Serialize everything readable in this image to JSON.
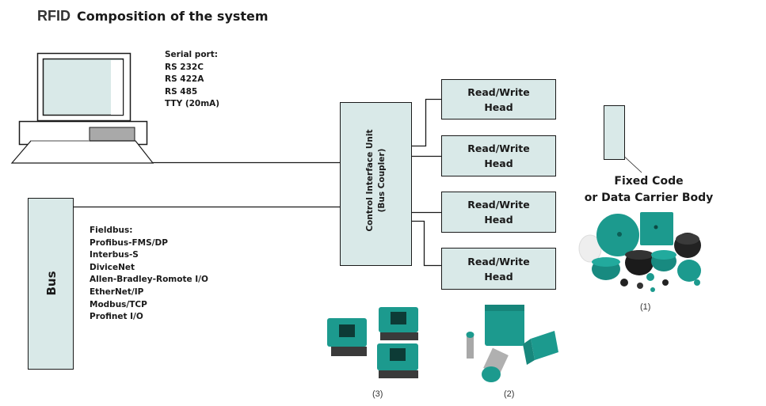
{
  "header": {
    "tag": "RFID",
    "title": "Composition of the system"
  },
  "computer": {
    "icon": "computer-icon",
    "serial_port": {
      "heading": "Serial port:",
      "items": [
        "RS 232C",
        "RS 422A",
        "RS 485",
        "TTY (20mA)"
      ]
    }
  },
  "bus": {
    "label": "Bus",
    "fieldbus": {
      "heading": "Fieldbus:",
      "items": [
        "Profibus-FMS/DP",
        "Interbus-S",
        "DiviceNet",
        "Allen-Bradley-Romote I/O",
        "EtherNet/IP",
        "Modbus/TCP",
        "Profinet I/O"
      ]
    }
  },
  "control_unit": {
    "line1": "Control Interface Unit",
    "line2": "(Bus Coupler)"
  },
  "heads": [
    {
      "line1": "Read/Write",
      "line2": "Head"
    },
    {
      "line1": "Read/Write",
      "line2": "Head"
    },
    {
      "line1": "Read/Write",
      "line2": "Head"
    },
    {
      "line1": "Read/Write",
      "line2": "Head"
    }
  ],
  "carrier": {
    "line1": "Fixed Code",
    "line2": "or Data Carrier Body"
  },
  "products": [
    {
      "name": "data-carriers-photo",
      "caption": "(1)"
    },
    {
      "name": "read-write-heads-photo",
      "caption": "(2)"
    },
    {
      "name": "control-interface-units-photo",
      "caption": "(3)"
    }
  ],
  "colors": {
    "box_fill": "#d9e9e8",
    "product_teal": "#1a9b8f",
    "outline": "#1a1a1a"
  }
}
